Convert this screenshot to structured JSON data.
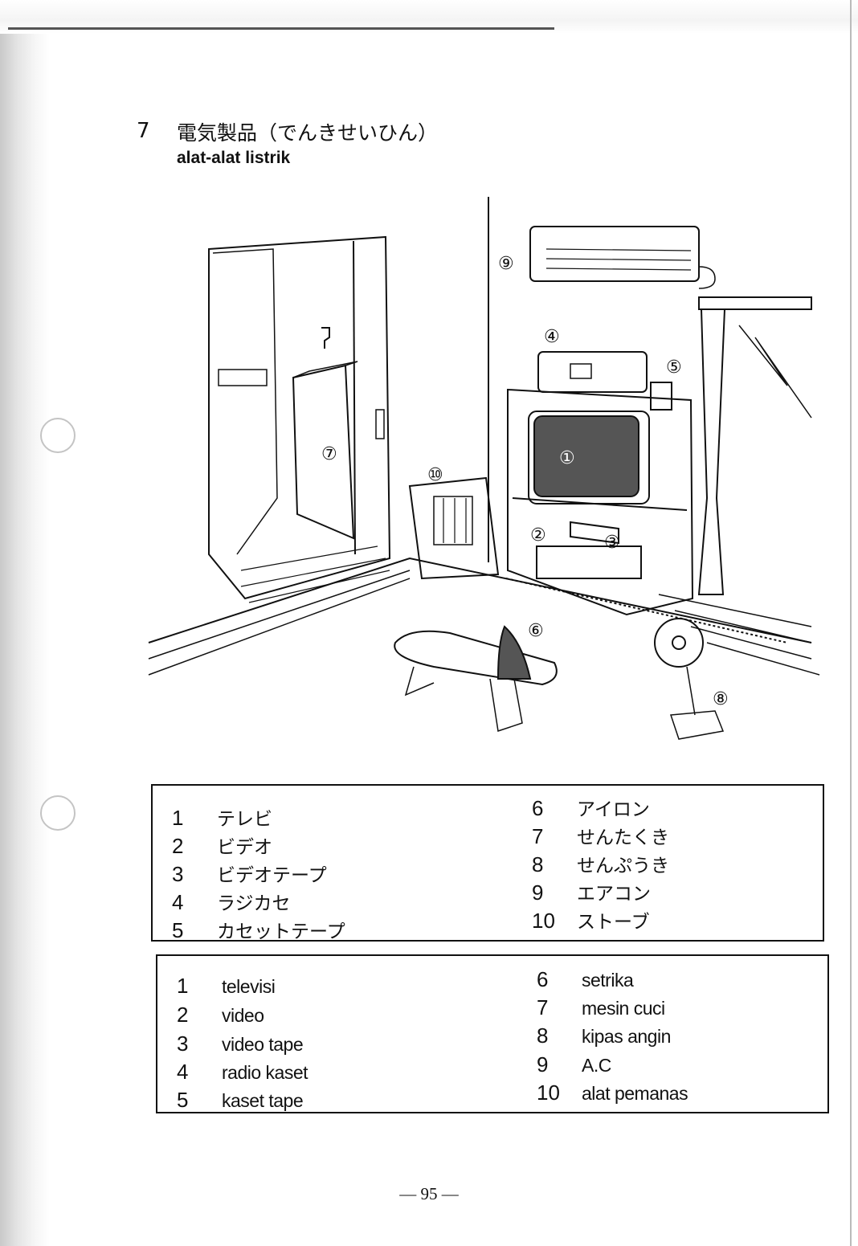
{
  "section": {
    "number": "7",
    "title_jp": "電気製品（でんきせいひん）",
    "title_id": "alat-alat listrik"
  },
  "illustration": {
    "labels": [
      "①",
      "②",
      "③",
      "④",
      "⑤",
      "⑥",
      "⑦",
      "⑧",
      "⑨",
      "⑩"
    ]
  },
  "vocab_jp": {
    "left": [
      {
        "num": "1",
        "word": "テレビ"
      },
      {
        "num": "2",
        "word": "ビデオ"
      },
      {
        "num": "3",
        "word": "ビデオテープ"
      },
      {
        "num": "4",
        "word": "ラジカセ"
      },
      {
        "num": "5",
        "word": "カセットテープ"
      }
    ],
    "right": [
      {
        "num": "6",
        "word": "アイロン"
      },
      {
        "num": "7",
        "word": "せんたくき"
      },
      {
        "num": "8",
        "word": "せんぷうき"
      },
      {
        "num": "9",
        "word": "エアコン"
      },
      {
        "num": "10",
        "word": "ストーブ"
      }
    ]
  },
  "vocab_id": {
    "left": [
      {
        "num": "1",
        "word": "televisi"
      },
      {
        "num": "2",
        "word": "video"
      },
      {
        "num": "3",
        "word": "video tape"
      },
      {
        "num": "4",
        "word": "radio kaset"
      },
      {
        "num": "5",
        "word": "kaset tape"
      }
    ],
    "right": [
      {
        "num": "6",
        "word": "setrika"
      },
      {
        "num": "7",
        "word": "mesin cuci"
      },
      {
        "num": "8",
        "word": "kipas angin"
      },
      {
        "num": "9",
        "word": "A.C"
      },
      {
        "num": "10",
        "word": "alat pemanas"
      }
    ]
  },
  "footer": {
    "page_number": "— 95 —"
  },
  "colors": {
    "ink": "#111111",
    "paper": "#ffffff"
  }
}
